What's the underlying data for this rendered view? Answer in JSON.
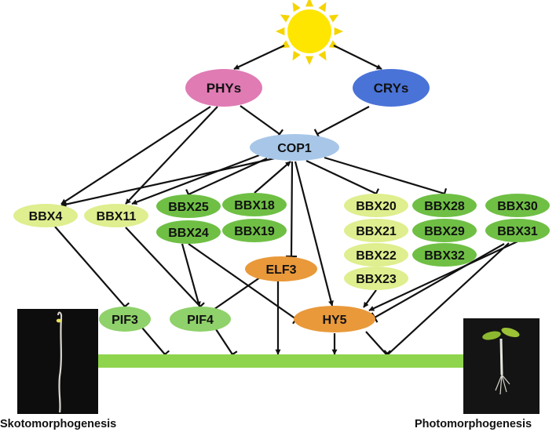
{
  "nodes": {
    "phys": {
      "label": "PHYs",
      "color": "#e07bb4"
    },
    "crys": {
      "label": "CRYs",
      "color": "#4a73d8"
    },
    "cop1": {
      "label": "COP1",
      "color": "#a8c7e8"
    },
    "bbx4": {
      "label": "BBX4",
      "color": "#dfee8e"
    },
    "bbx11": {
      "label": "BBX11",
      "color": "#dfee8e"
    },
    "bbx25": {
      "label": "BBX25",
      "color": "#6fbf45"
    },
    "bbx24": {
      "label": "BBX24",
      "color": "#6fbf45"
    },
    "bbx18": {
      "label": "BBX18",
      "color": "#6fbf45"
    },
    "bbx19": {
      "label": "BBX19",
      "color": "#6fbf45"
    },
    "bbx20": {
      "label": "BBX20",
      "color": "#dfee8e"
    },
    "bbx21": {
      "label": "BBX21",
      "color": "#dfee8e"
    },
    "bbx22": {
      "label": "BBX22",
      "color": "#dfee8e"
    },
    "bbx23": {
      "label": "BBX23",
      "color": "#dfee8e"
    },
    "bbx28": {
      "label": "BBX28",
      "color": "#6fbf45"
    },
    "bbx29": {
      "label": "BBX29",
      "color": "#6fbf45"
    },
    "bbx32": {
      "label": "BBX32",
      "color": "#6fbf45"
    },
    "bbx30": {
      "label": "BBX30",
      "color": "#6fbf45"
    },
    "bbx31": {
      "label": "BBX31",
      "color": "#6fbf45"
    },
    "elf3": {
      "label": "ELF3",
      "color": "#e9993a"
    },
    "hy5": {
      "label": "HY5",
      "color": "#e9993a"
    },
    "pif3": {
      "label": "PIF3",
      "color": "#8fd16a"
    },
    "pif4": {
      "label": "PIF4",
      "color": "#8fd16a"
    }
  },
  "captions": {
    "left": "Skotomorphogenesis",
    "right": "Photomorphogenesis"
  },
  "colors": {
    "sun": "#ffe600",
    "sun_rays": "#f5d400",
    "main_arrow": "#8fd44d"
  }
}
